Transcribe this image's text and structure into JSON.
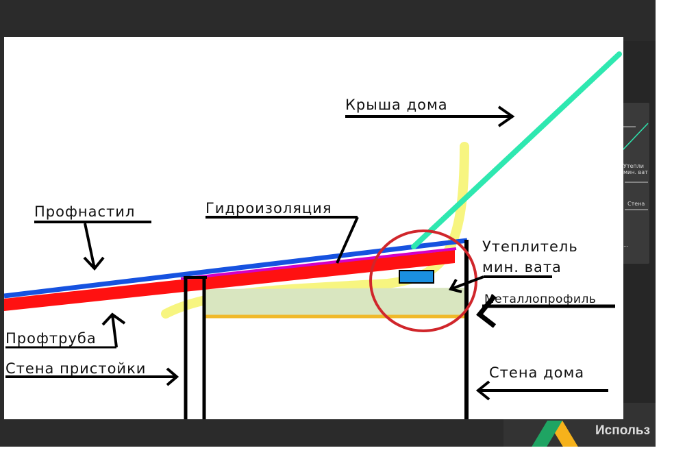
{
  "diagram": {
    "labels": {
      "roof": "Крыша дома",
      "profnastil": "Профнастил",
      "waterproofing": "Гидроизоляция",
      "insulation_line1": "Утеплитель",
      "insulation_line2": "мин. вата",
      "metal_profile": "Металлопрофиль",
      "profile_pipe": "Профтруба",
      "annex_wall": "Стена пристойки",
      "house_wall": "Стена дома"
    },
    "colors": {
      "profnastil": "#1652e0",
      "profile_pipe": "#ff1111",
      "waterproofing": "#d200c8",
      "roof": "#2ee8b0",
      "highlight": "#f6f36a",
      "insulation_fill": "#d9e6c0",
      "metal_profile": "#f0b92a",
      "circle": "#d0262b",
      "blue_block": "#1a8fe0"
    }
  },
  "background_page": {
    "card_lines": [
      "Утепли",
      "мин. ват",
      "Стена",
      "..."
    ],
    "bottom_text": "Использ"
  }
}
